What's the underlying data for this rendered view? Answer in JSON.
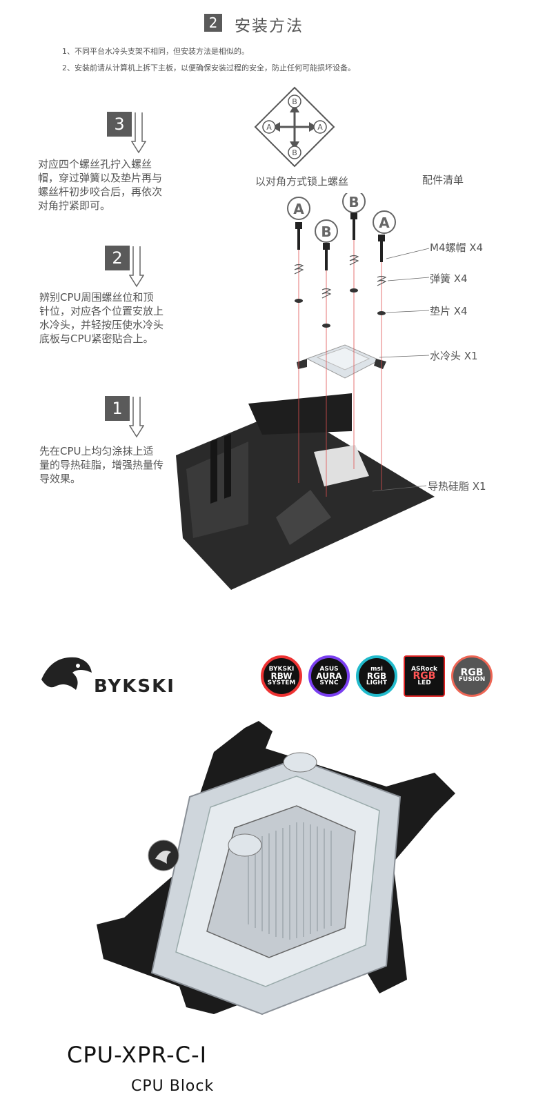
{
  "header": {
    "step_number": "2",
    "title": "安装方法",
    "notes": [
      "1、不同平台水冷头支架不相同，但安装方法是相似的。",
      "2、安装前请从计算机上拆下主板，以便确保安装过程的安全，防止任何可能损坏设备。"
    ]
  },
  "steps": [
    {
      "number": "3",
      "text": "对应四个螺丝孔拧入螺丝帽，穿过弹簧以及垫片再与螺丝杆初步咬合后，再依次对角拧紧即可。"
    },
    {
      "number": "2",
      "text": "辨别CPU周围螺丝位和顶针位，对应各个位置安放上水冷头，并轻按压使水冷头底板与CPU紧密贴合上。"
    },
    {
      "number": "1",
      "text": "先在CPU上均匀涂抹上适量的导热硅脂，增强热量传导效果。"
    }
  ],
  "diagram": {
    "caption": "以对角方式锁上螺丝",
    "parts_title": "配件清单",
    "screw_letters": [
      "A",
      "B",
      "B",
      "A"
    ],
    "compass": {
      "top": "B",
      "bottom": "B",
      "left": "A",
      "right": "A"
    },
    "parts": [
      "M4螺帽 X4",
      "弹簧 X4",
      "垫片 X4",
      "水冷头 X1",
      "导热硅脂 X1"
    ]
  },
  "brand": {
    "name": "BYKSKI",
    "badges": [
      {
        "lines": [
          "BYKSKI",
          "RBW",
          "SYSTEM"
        ],
        "color": "#e33"
      },
      {
        "lines": [
          "ASUS",
          "AURA",
          "SYNC"
        ],
        "color": "#7a3ff0"
      },
      {
        "lines": [
          "msi",
          "RGB",
          "LIGHT"
        ],
        "color": "#2bc"
      },
      {
        "lines": [
          "ASRock",
          "RGB",
          "LED"
        ],
        "color": "#d22"
      },
      {
        "lines": [
          "RGB",
          "FUSION"
        ],
        "color": "#e65"
      }
    ]
  },
  "product": {
    "model": "CPU-XPR-C-I",
    "subtitle": "CPU Block"
  },
  "colors": {
    "step_box": "#5a5a5a",
    "text": "#555555",
    "band": "#f0f0f0"
  }
}
